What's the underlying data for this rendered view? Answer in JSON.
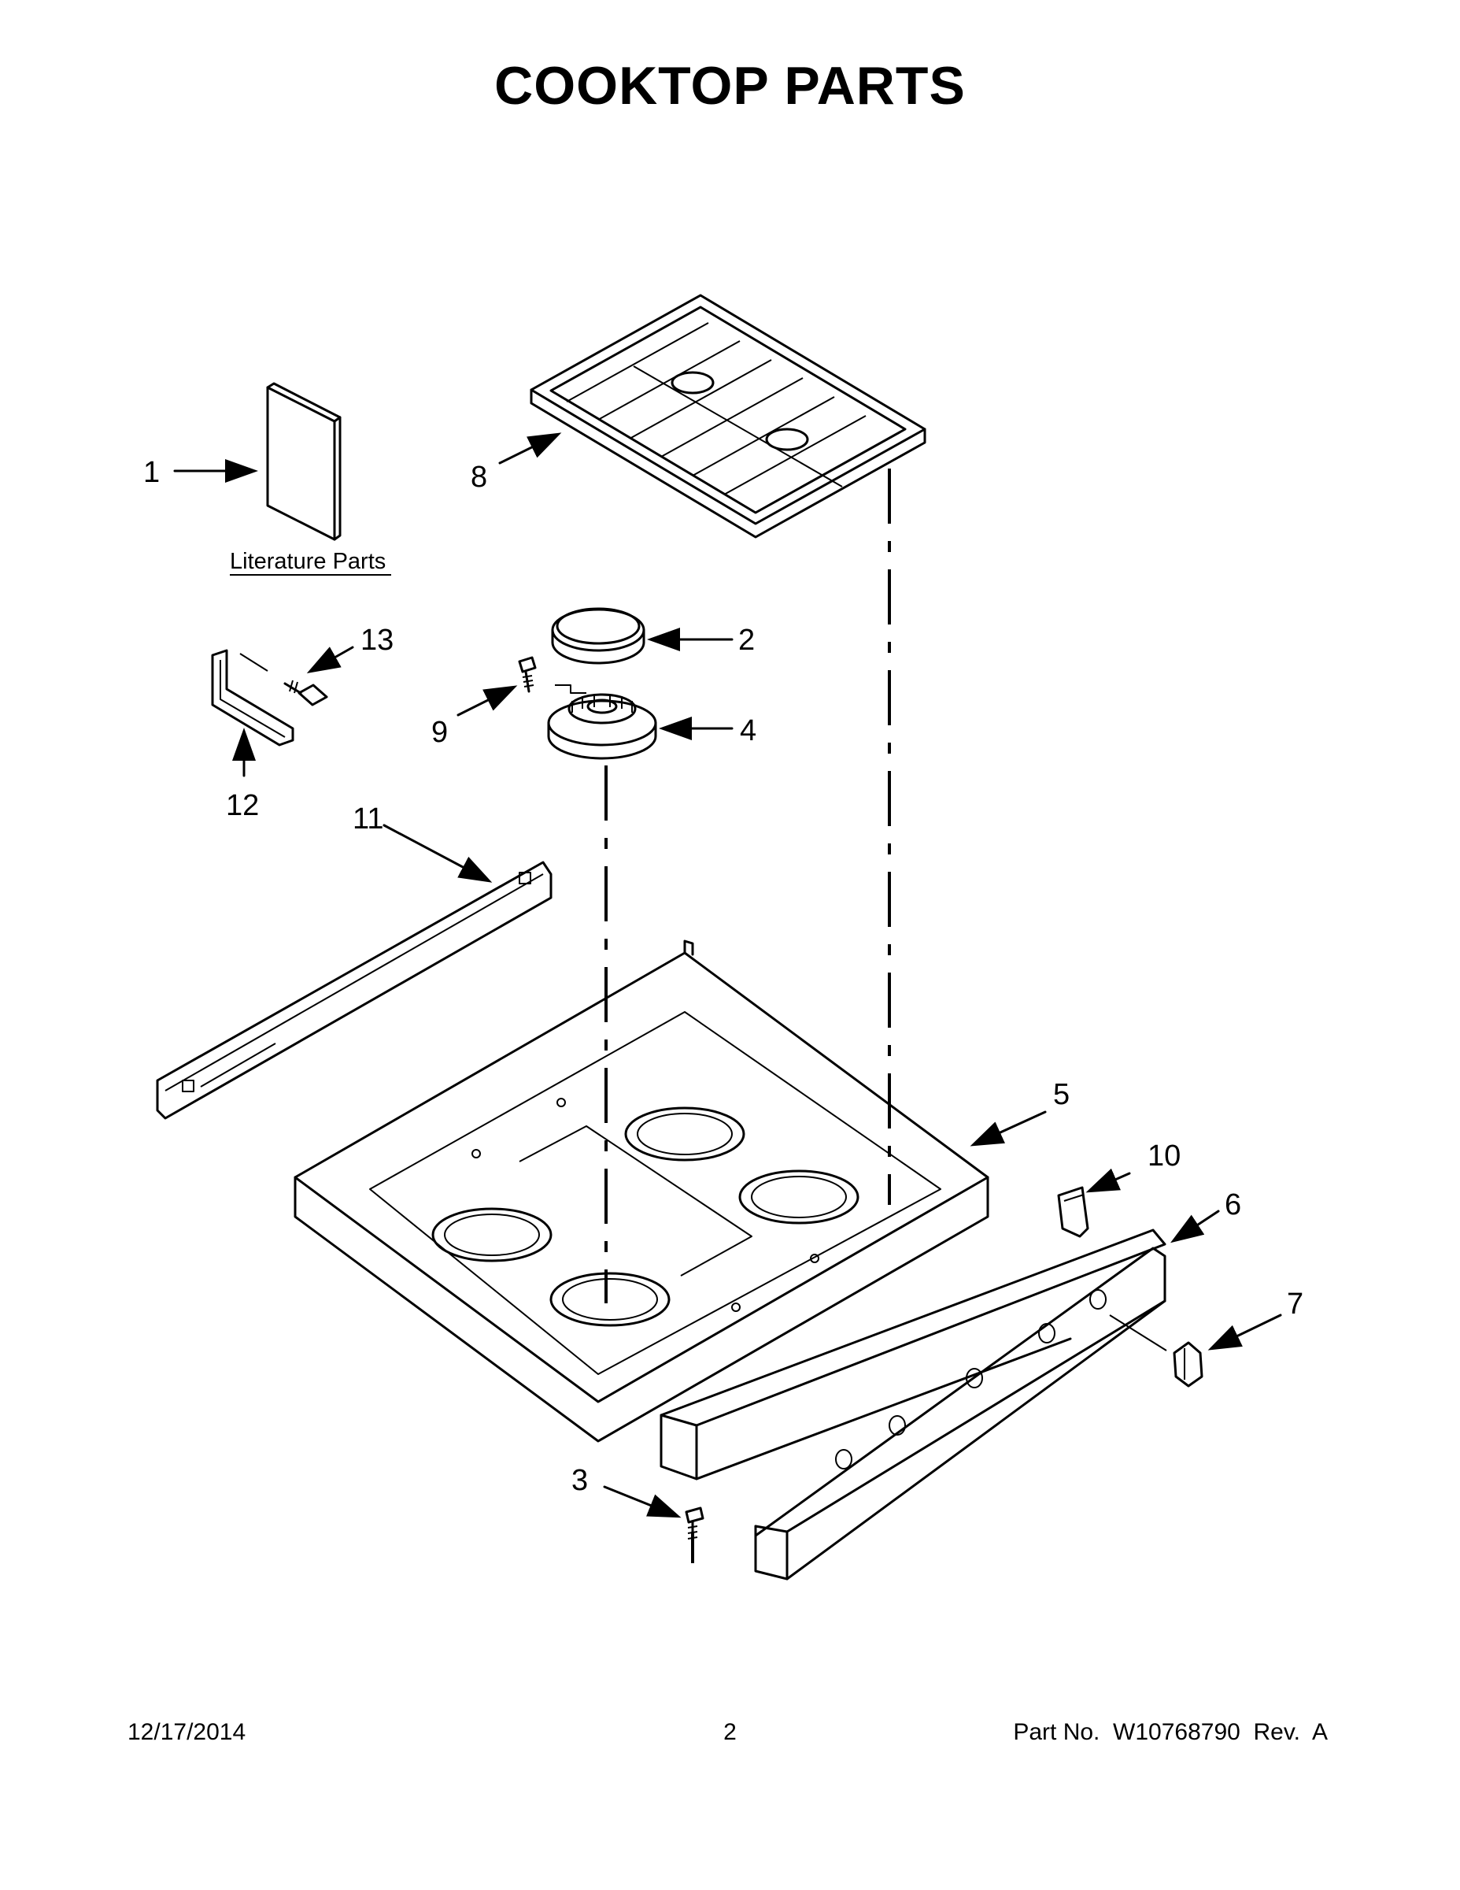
{
  "title": "COOKTOP PARTS",
  "literature_label": "Literature Parts",
  "callouts": [
    {
      "id": "1",
      "label": "1"
    },
    {
      "id": "2",
      "label": "2"
    },
    {
      "id": "3",
      "label": "3"
    },
    {
      "id": "4",
      "label": "4"
    },
    {
      "id": "5",
      "label": "5"
    },
    {
      "id": "6",
      "label": "6"
    },
    {
      "id": "7",
      "label": "7"
    },
    {
      "id": "8",
      "label": "8"
    },
    {
      "id": "9",
      "label": "9"
    },
    {
      "id": "10",
      "label": "10"
    },
    {
      "id": "11",
      "label": "11"
    },
    {
      "id": "12",
      "label": "12"
    },
    {
      "id": "13",
      "label": "13"
    }
  ],
  "footer": {
    "date": "12/17/2014",
    "page": "2",
    "part_no": "Part No.  W10768790  Rev.  A"
  }
}
